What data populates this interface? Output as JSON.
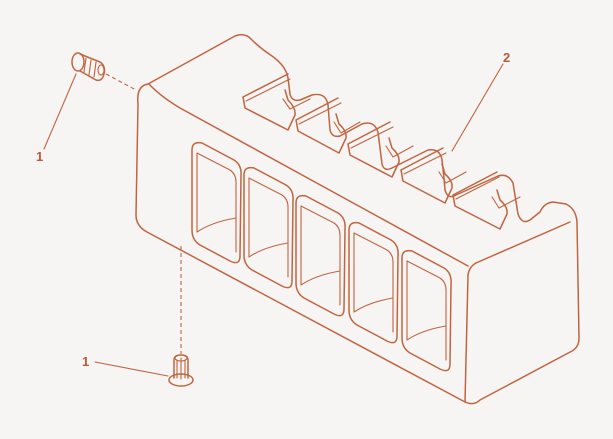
{
  "diagram": {
    "callouts": [
      {
        "label": "1"
      },
      {
        "label": "2"
      },
      {
        "label": "1"
      }
    ]
  },
  "colors": {
    "line": "#c0653f",
    "background": "#f7f4f4"
  }
}
